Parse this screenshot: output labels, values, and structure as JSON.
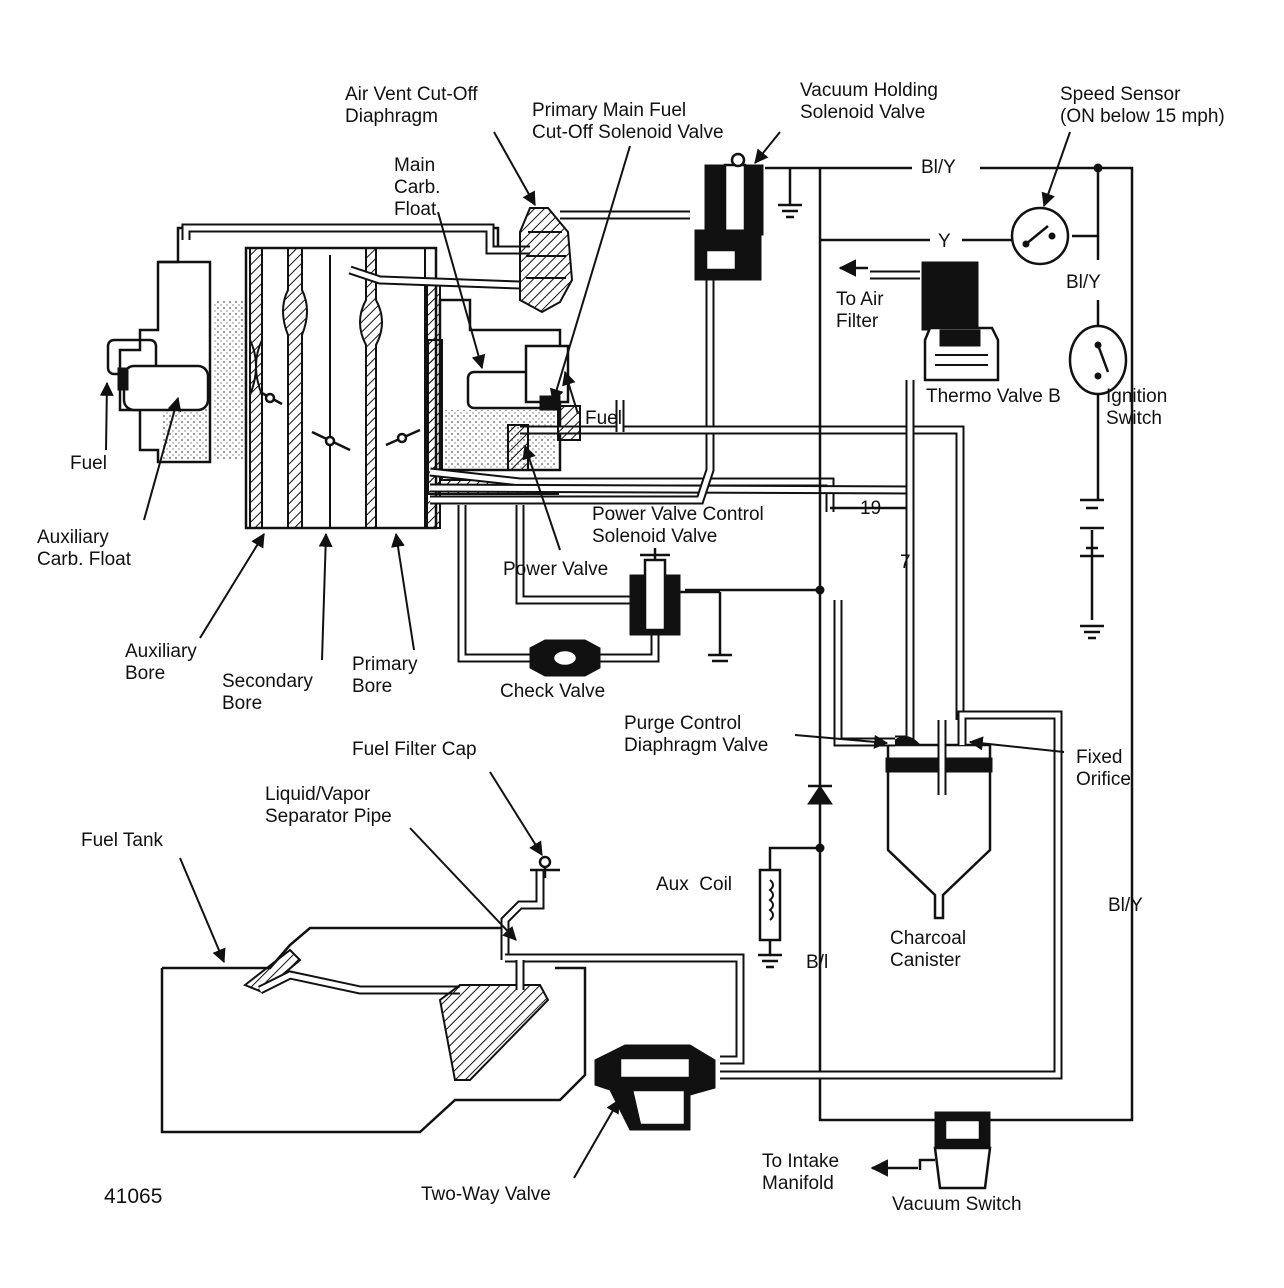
{
  "labels": {
    "air_vent": [
      "Air Vent Cut-Off",
      "Diaphragm"
    ],
    "primary_main_fuel": [
      "Primary Main Fuel",
      "Cut-Off Solenoid Valve"
    ],
    "vacuum_holding": [
      "Vacuum Holding",
      "Solenoid Valve"
    ],
    "speed_sensor": [
      "Speed Sensor",
      "(ON below 15 mph)"
    ],
    "main_carb_float": [
      "Main",
      "Carb.",
      "Float"
    ],
    "wire_bly_top": "Bl/Y",
    "wire_y": "Y",
    "wire_bly_right": "Bl/Y",
    "wire_bly_lower": "Bl/Y",
    "wire_bl": "B/l",
    "to_air_filter": [
      "To Air",
      "Filter"
    ],
    "thermo_valve_b": "Thermo Valve B",
    "ignition_switch": [
      "Ignition",
      "Switch"
    ],
    "fuel_right": "Fuel",
    "fuel_left": "Fuel",
    "auxiliary_float": [
      "Auxiliary",
      "Carb. Float"
    ],
    "power_valve_control": [
      "Power Valve Control",
      "Solenoid Valve"
    ],
    "number_19": "19",
    "number_7": "7",
    "power_valve": "Power Valve",
    "auxiliary_bore": [
      "Auxiliary",
      "Bore"
    ],
    "secondary_bore": [
      "Secondary",
      "Bore"
    ],
    "primary_bore": [
      "Primary",
      "Bore"
    ],
    "check_valve": "Check Valve",
    "purge_control": [
      "Purge Control",
      "Diaphragm Valve"
    ],
    "fixed_orifice": [
      "Fixed",
      "Orifice"
    ],
    "fuel_filter_cap": "Fuel Filter Cap",
    "liquid_vapor": [
      "Liquid/Vapor",
      "Separator Pipe"
    ],
    "fuel_tank": "Fuel Tank",
    "aux_coil": "Aux  Coil",
    "charcoal_canister": [
      "Charcoal",
      "Canister"
    ],
    "to_intake": [
      "To Intake",
      "Manifold"
    ],
    "vacuum_switch": "Vacuum Switch",
    "two_way_valve": "Two-Way Valve",
    "figure_number": "41065"
  },
  "icons": [
    "arrow-icon",
    "ground-icon",
    "battery-icon",
    "diode-icon",
    "coil-icon",
    "switch-icon"
  ]
}
